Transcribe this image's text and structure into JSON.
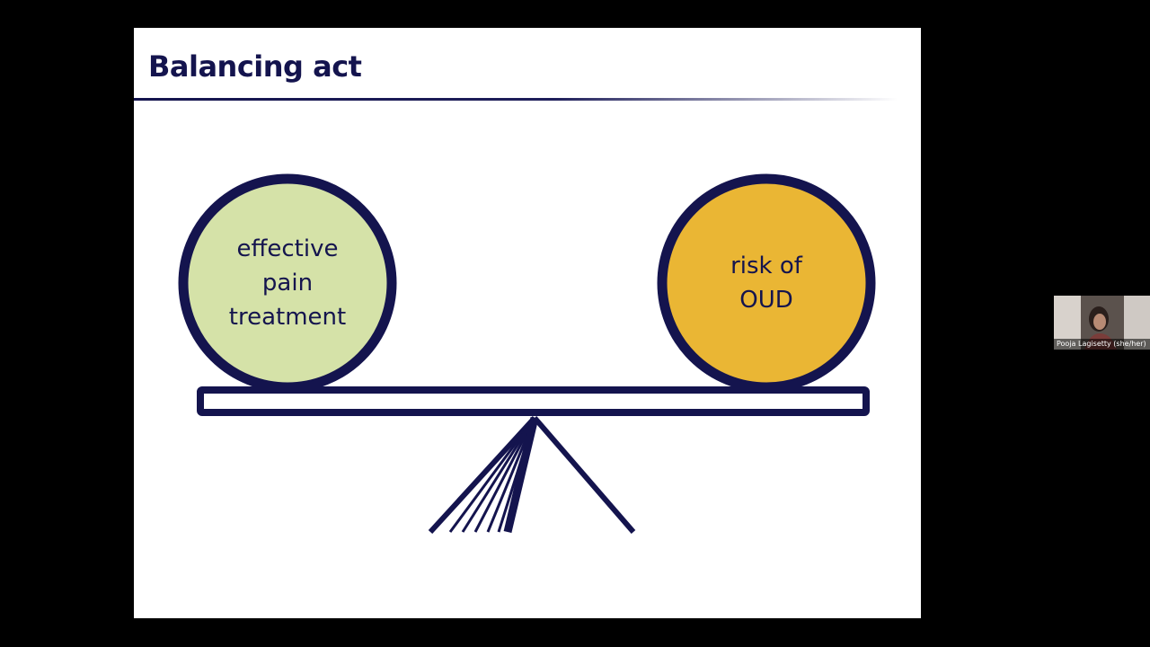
{
  "slide": {
    "title": "Balancing act",
    "left_circle": {
      "label": "effective\npain\ntreatment",
      "fill_color": "#d5e2a8"
    },
    "right_circle": {
      "label": "risk of\nOUD",
      "fill_color": "#eab634"
    },
    "outline_color": "#14144e"
  },
  "participant": {
    "name": "Pooja Lagisetty (she/her)"
  }
}
